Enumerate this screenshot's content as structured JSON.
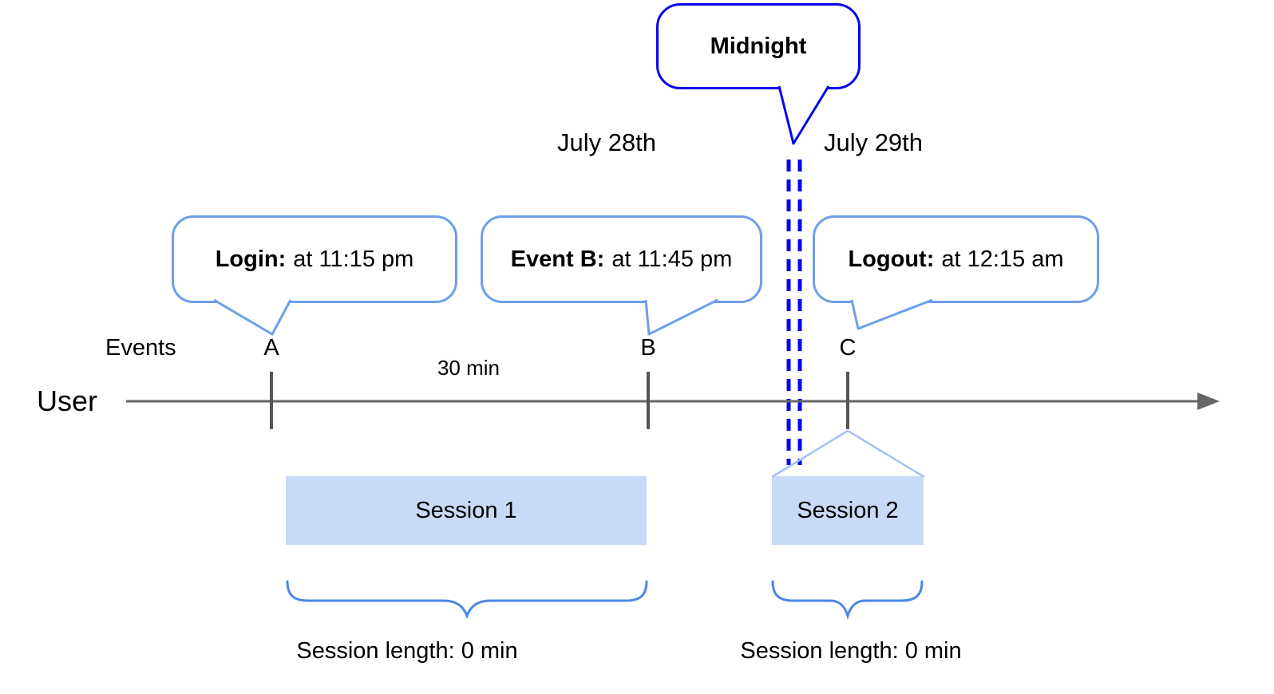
{
  "colors": {
    "midnight_blue": "#0505ee",
    "callout_blue": "#6d9eeb",
    "brace_blue": "#4a86e8",
    "wedge_blue": "#a4c2f4",
    "session_fill": "#c9daf8",
    "timeline_gray": "#666666",
    "tick_gray": "#555555",
    "text_black": "#000000"
  },
  "midnight_callout": {
    "label": "Midnight"
  },
  "dates": {
    "left": "July 28th",
    "right": "July 29th"
  },
  "event_callouts": {
    "login": {
      "title": "Login:",
      "time": "at 11:15 pm"
    },
    "event_b": {
      "title": "Event B:",
      "time": "at 11:45 pm"
    },
    "logout": {
      "title": "Logout:",
      "time": "at 12:15 am"
    }
  },
  "timeline": {
    "axis_label": "User",
    "events_label": "Events",
    "event_markers": [
      "A",
      "B",
      "C"
    ],
    "interval_label": "30 min"
  },
  "sessions": [
    {
      "label": "Session 1",
      "length_label": "Session length: 0 min"
    },
    {
      "label": "Session 2",
      "length_label": "Session length: 0 min"
    }
  ]
}
